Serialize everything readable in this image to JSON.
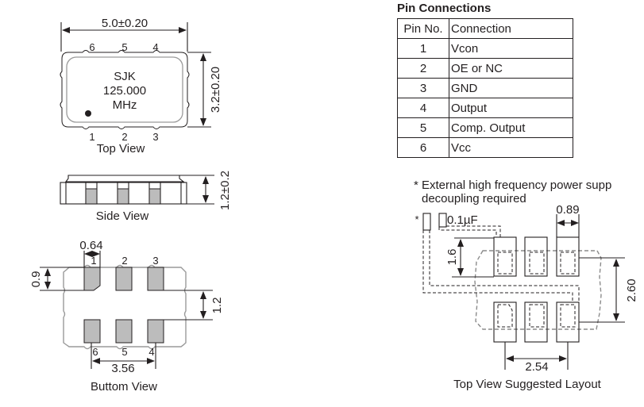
{
  "top_view": {
    "caption": "Top View",
    "width_dim": "5.0±0.20",
    "height_dim": "3.2±0.20",
    "marking": [
      "SJK",
      "125.000",
      "MHz"
    ],
    "top_pins": [
      "6",
      "5",
      "4"
    ],
    "bottom_pins": [
      "1",
      "2",
      "3"
    ]
  },
  "side_view": {
    "caption": "Side View",
    "height_dim": "1.2±0.2"
  },
  "bottom_view": {
    "caption": "Buttom View",
    "pad_width_dim": "0.64",
    "pad_height_dim": "0.9",
    "pad_gap_dim": "1.2",
    "pitch_span_dim": "3.56",
    "top_pins": [
      "1",
      "2",
      "3"
    ],
    "bottom_pins": [
      "6",
      "5",
      "4"
    ]
  },
  "pin_connections": {
    "title": "Pin Connections",
    "headers": [
      "Pin No.",
      "Connection"
    ],
    "rows": [
      [
        "1",
        "Vcon"
      ],
      [
        "2",
        "OE or NC"
      ],
      [
        "3",
        "GND"
      ],
      [
        "4",
        "Output"
      ],
      [
        "5",
        "Comp. Output"
      ],
      [
        "6",
        "Vcc"
      ]
    ]
  },
  "layout": {
    "note_line1": "* External high frequency power supp",
    "note_line2": "decoupling required",
    "star": "*",
    "cap_label": "0.1µF",
    "pad_width_dim": "0.89",
    "pad_length_dim": "1.6",
    "row_span_dim": "2.60",
    "pitch_span_dim": "2.54",
    "caption": "Top View Suggested Layout"
  }
}
